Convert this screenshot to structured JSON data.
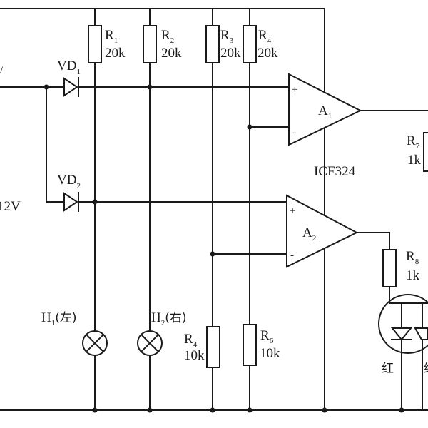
{
  "resistors": {
    "R1": {
      "name": "R",
      "sub": "1",
      "value": "20k"
    },
    "R2": {
      "name": "R",
      "sub": "2",
      "value": "20k"
    },
    "R3": {
      "name": "R",
      "sub": "3",
      "value": "20k"
    },
    "R4top": {
      "name": "R",
      "sub": "4",
      "value": "20k"
    },
    "R4bot": {
      "name": "R",
      "sub": "4",
      "value": "10k"
    },
    "R6": {
      "name": "R",
      "sub": "6",
      "value": "10k"
    },
    "R7": {
      "name": "R",
      "sub": "7",
      "value": "1k"
    },
    "R8": {
      "name": "R",
      "sub": "8",
      "value": "1k"
    }
  },
  "diodes": {
    "VD1": {
      "name": "VD",
      "sub": "1"
    },
    "VD2": {
      "name": "VD",
      "sub": "2"
    }
  },
  "opamps": {
    "A1": {
      "name": "A",
      "sub": "1"
    },
    "A2": {
      "name": "A",
      "sub": "2"
    },
    "ic_label": "ICF324"
  },
  "lamps": {
    "H1": {
      "name": "H",
      "sub": "1",
      "dir": "(左)"
    },
    "H2": {
      "name": "H",
      "sub": "2",
      "dir": "(右)"
    }
  },
  "led": {
    "red": "红",
    "green_partial": "绿"
  },
  "supply": {
    "voltage": "12V",
    "left_mark": "/"
  },
  "pins": {
    "plus": "+",
    "minus": "-"
  }
}
